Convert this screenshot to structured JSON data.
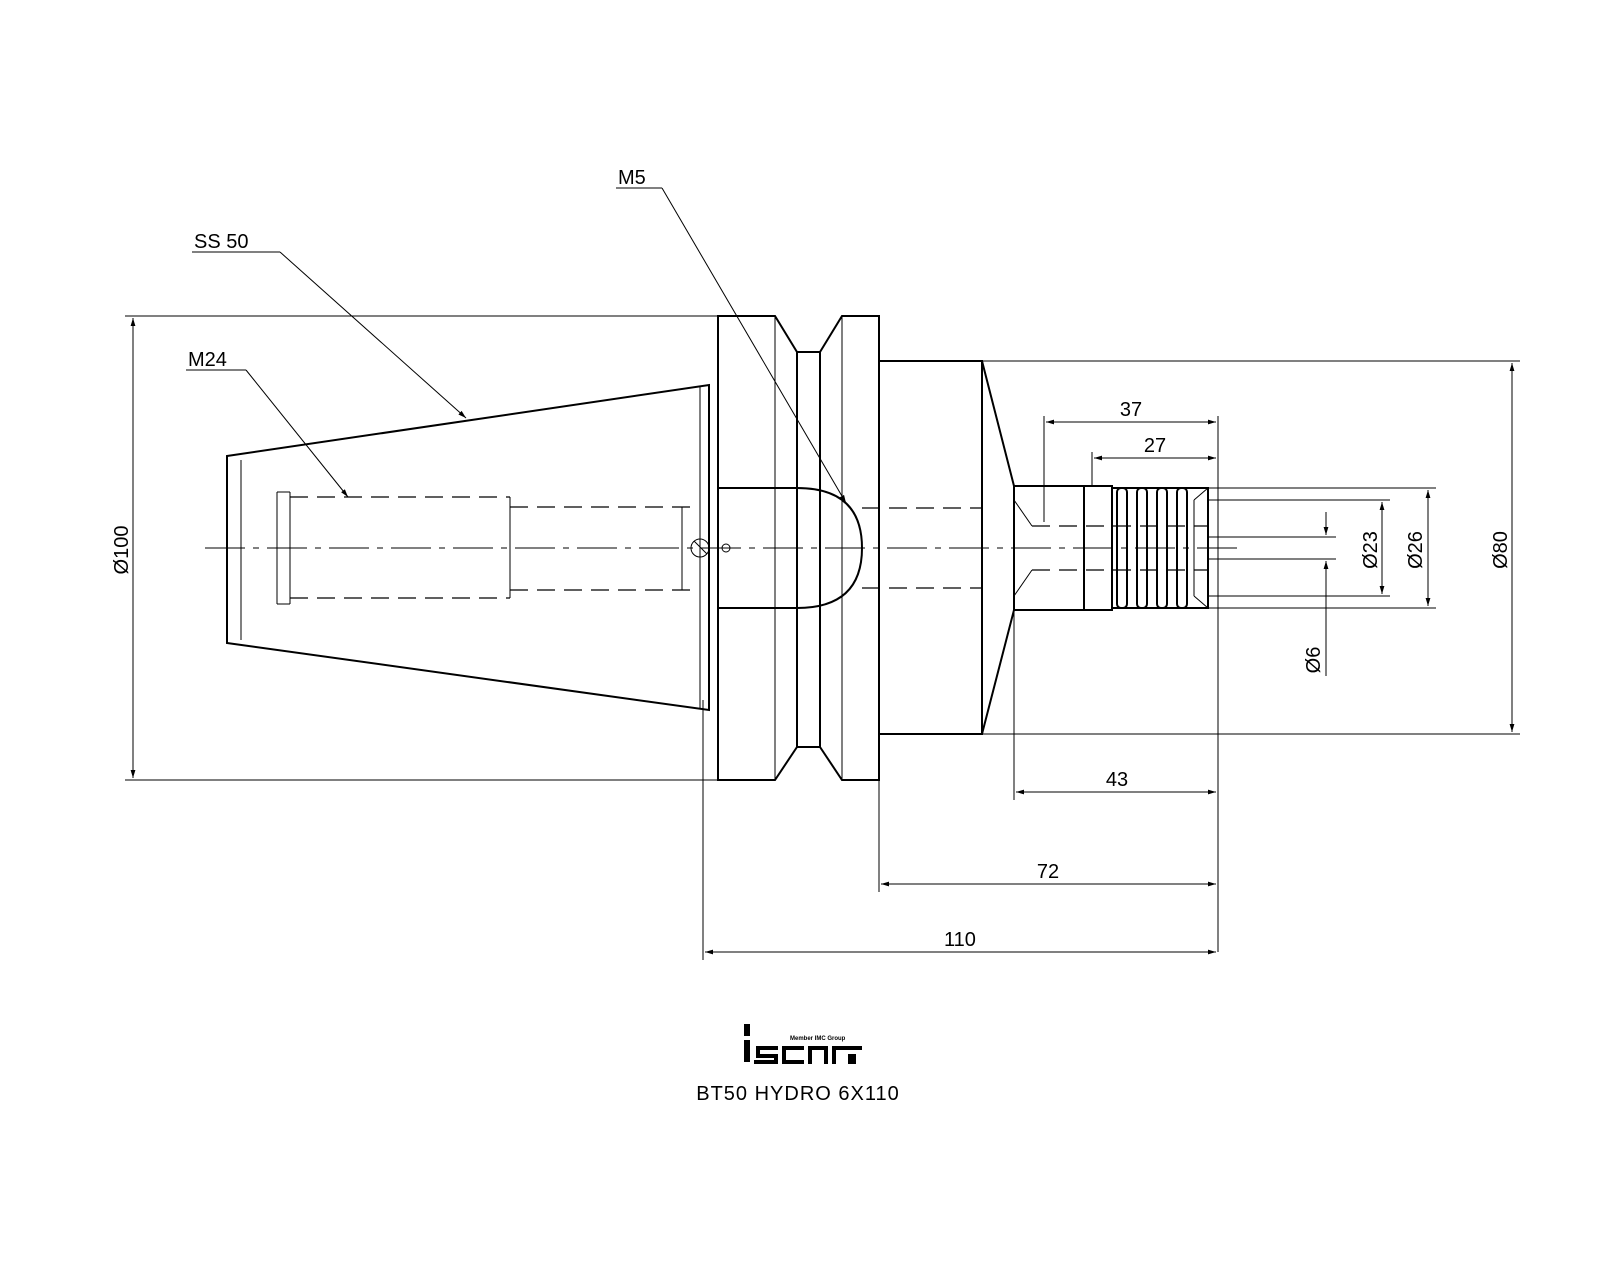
{
  "labels": {
    "ss50": "SS 50",
    "m5": "M5",
    "m24": "M24",
    "d100": "Ø100",
    "d80": "Ø80",
    "d26": "Ø26",
    "d23": "Ø23",
    "d6": "Ø6",
    "l37": "37",
    "l27": "27",
    "l43": "43",
    "l72": "72",
    "l110": "110"
  },
  "logo": {
    "tagline": "Member IMC Group"
  },
  "title": "BT50 HYDRO 6X110",
  "colors": {
    "line": "#000000",
    "background": "#ffffff"
  }
}
